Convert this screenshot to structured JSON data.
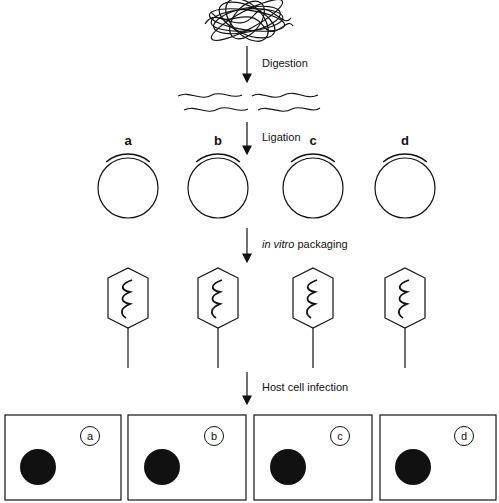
{
  "diagram": {
    "nodes": [
      {
        "text": [
          "a"
        ]
      },
      {
        "text": [
          "b"
        ]
      },
      {
        "text": [
          "c"
        ]
      },
      {
        "text": [
          "d"
        ]
      },
      {
        "text": [
          "a"
        ]
      },
      {
        "text": [
          "b"
        ]
      },
      {
        "text": [
          "c"
        ]
      },
      {
        "text": [
          "d"
        ]
      }
    ],
    "labels": [
      "Digestion",
      "Ligation",
      "in vitro packaging",
      "Host cell infection"
    ]
  }
}
